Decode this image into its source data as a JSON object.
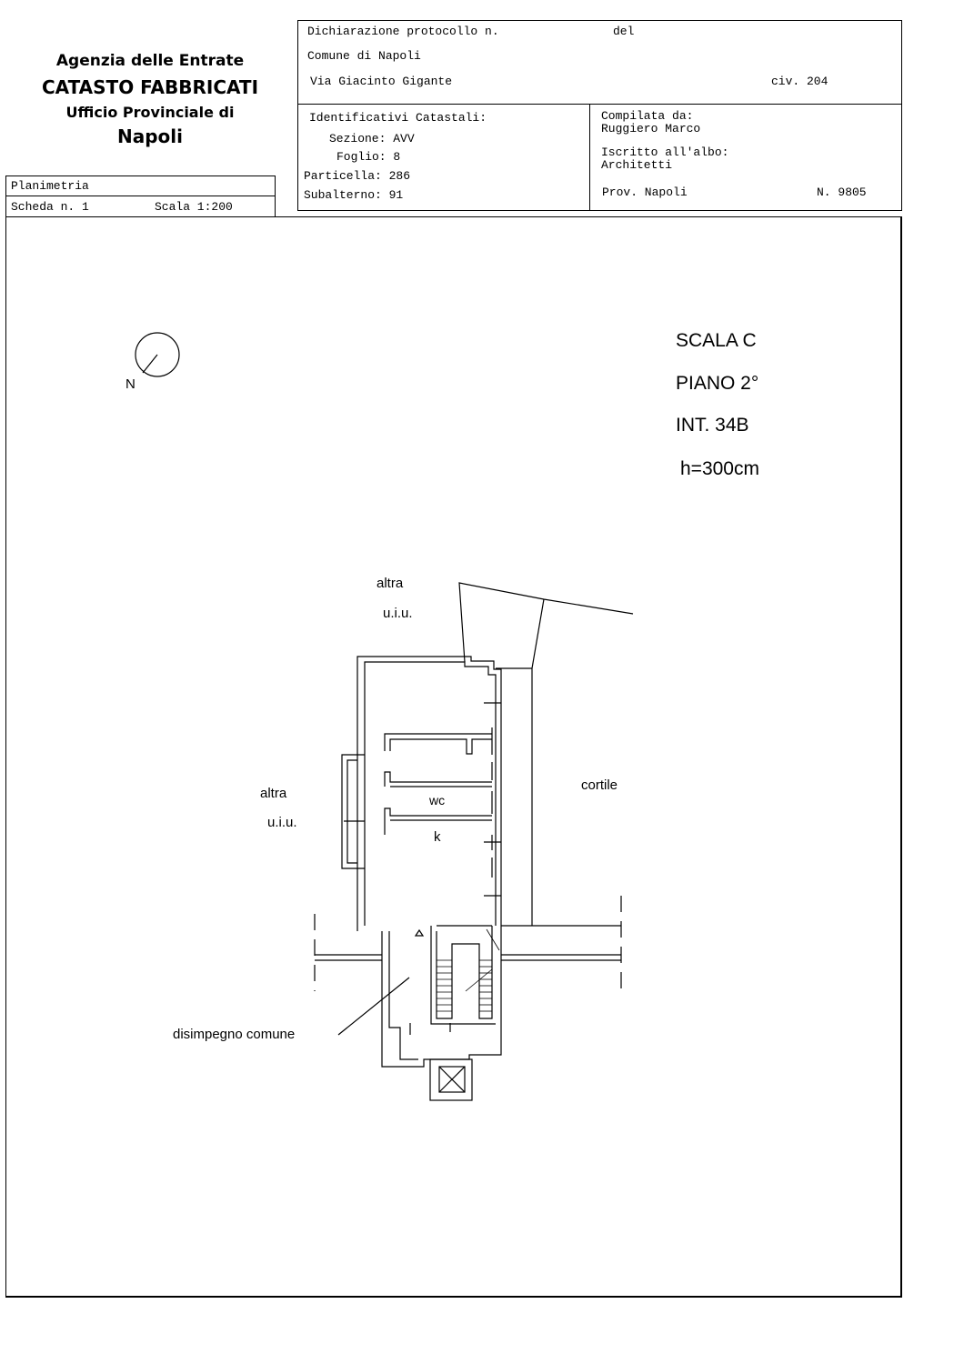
{
  "agency": {
    "line1": "Agenzia delle Entrate",
    "line2": "CATASTO FABBRICATI",
    "line3": "Ufficio Provinciale di",
    "line4": "Napoli"
  },
  "sheet": {
    "type_label": "Planimetria",
    "scheda": "Scheda n. 1",
    "scala": "Scala 1:200"
  },
  "declaration": {
    "protocol_label": "Dichiarazione protocollo n.",
    "del_label": "del",
    "comune": "Comune di Napoli",
    "address": "Via Giacinto Gigante",
    "civ": "civ. 204"
  },
  "identifiers": {
    "title": "Identificativi Catastali:",
    "sezione": "Sezione: AVV",
    "foglio": "Foglio: 8",
    "particella": "Particella: 286",
    "subalterno": "Subalterno: 91"
  },
  "compiler": {
    "label": "Compilata da:",
    "name": "Ruggiero Marco",
    "albo_label": "Iscritto all'albo:",
    "albo": "Architetti",
    "prov": "Prov. Napoli",
    "number": "N. 9805"
  },
  "plan": {
    "north": "N",
    "scala": "SCALA C",
    "piano": "PIANO 2°",
    "interno": "INT. 34B",
    "height": "h=300cm",
    "altra_top": "altra",
    "uiu_top": "u.i.u.",
    "altra_left": "altra",
    "uiu_left": "u.i.u.",
    "cortile": "cortile",
    "wc": "wc",
    "k": "k",
    "disimpegno": "disimpegno comune"
  }
}
